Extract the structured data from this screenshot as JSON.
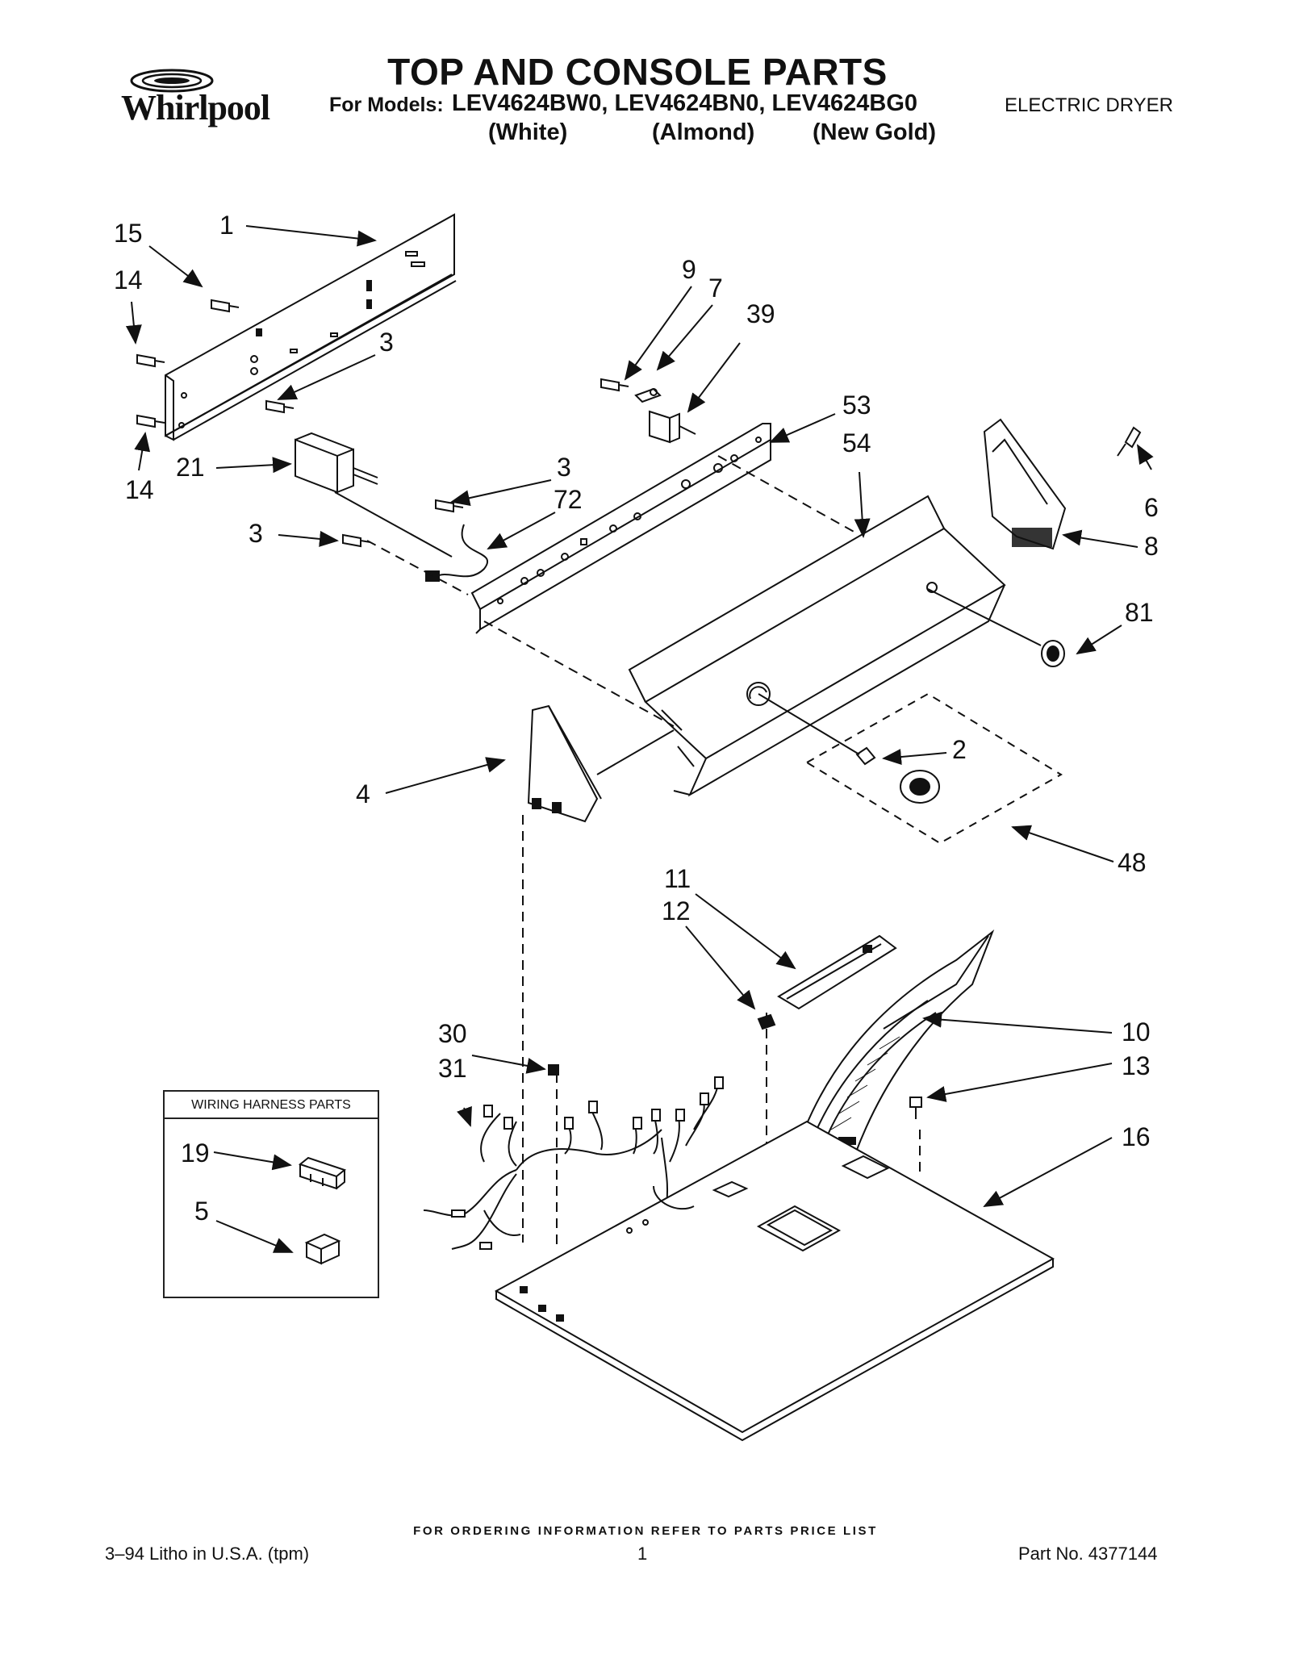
{
  "brand": {
    "logo_text": "Whirlpool"
  },
  "header": {
    "title": "TOP AND CONSOLE PARTS",
    "models_label": "For Models:",
    "models": "LEV4624BW0, LEV4624BN0, LEV4624BG0",
    "colors": [
      "(White)",
      "(Almond)",
      "(New Gold)"
    ],
    "product_type": "ELECTRIC DRYER"
  },
  "callouts": {
    "c1": "1",
    "c15": "15",
    "c14a": "14",
    "c3a": "3",
    "c14b": "14",
    "c21": "21",
    "c3b": "3",
    "c72": "72",
    "c3c": "3",
    "c9": "9",
    "c7": "7",
    "c39": "39",
    "c53": "53",
    "c54": "54",
    "c6": "6",
    "c8": "8",
    "c81": "81",
    "c2": "2",
    "c4": "4",
    "c48": "48",
    "c11": "11",
    "c12": "12",
    "c10": "10",
    "c13": "13",
    "c30": "30",
    "c31": "31",
    "c16": "16",
    "c19": "19",
    "c5": "5"
  },
  "harness_box": {
    "title": "WIRING HARNESS PARTS"
  },
  "footer": {
    "ordering_note": "FOR ORDERING INFORMATION REFER TO PARTS PRICE LIST",
    "litho": "3–94 Litho in U.S.A. (tpm)",
    "page_number": "1",
    "part_number": "Part No. 4377144"
  }
}
